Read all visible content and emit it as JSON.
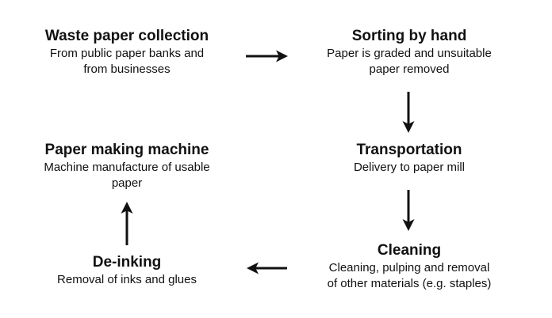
{
  "steps": [
    {
      "title": "Waste paper collection",
      "desc_lines": [
        "From public paper banks and",
        "from businesses"
      ]
    },
    {
      "title": "Sorting by hand",
      "desc_lines": [
        "Paper is graded and unsuitable",
        "paper removed"
      ]
    },
    {
      "title": "Transportation",
      "desc_lines": [
        "Delivery to paper mill"
      ]
    },
    {
      "title": "Cleaning",
      "desc_lines": [
        "Cleaning, pulping and removal",
        "of other materials (e.g. staples)"
      ]
    },
    {
      "title": "De-inking",
      "desc_lines": [
        "Removal of inks and glues"
      ]
    },
    {
      "title": "Paper making machine",
      "desc_lines": [
        "Machine manufacture of usable",
        "paper"
      ]
    }
  ],
  "colors": {
    "text": "#111111",
    "arrow": "#111111",
    "background": "#ffffff"
  }
}
